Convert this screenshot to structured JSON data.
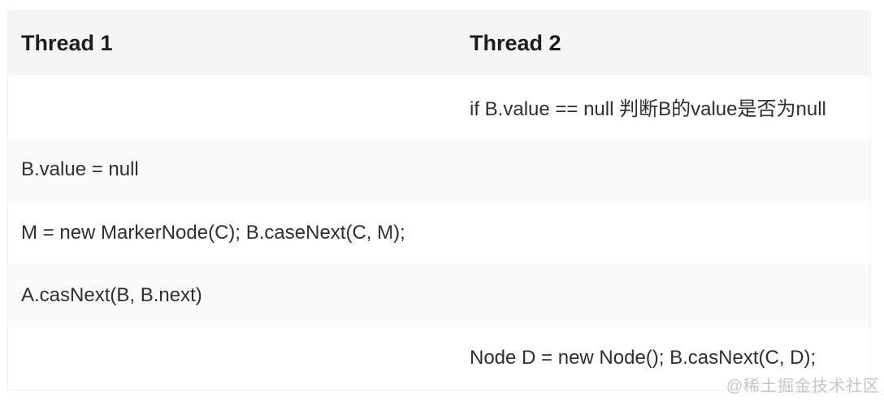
{
  "table": {
    "columns": [
      {
        "label": "Thread 1"
      },
      {
        "label": "Thread 2"
      }
    ],
    "rows": [
      {
        "thread1": "",
        "thread2": "if B.value == null 判断B的value是否为null"
      },
      {
        "thread1": "B.value = null",
        "thread2": ""
      },
      {
        "thread1": "M = new MarkerNode(C); B.caseNext(C, M);",
        "thread2": ""
      },
      {
        "thread1": "A.casNext(B, B.next)",
        "thread2": ""
      },
      {
        "thread1": "",
        "thread2": "Node D = new Node(); B.casNext(C, D);"
      }
    ]
  },
  "watermark": "@稀土掘金技术社区",
  "colors": {
    "header_background": "#f5f5f6",
    "row_alt_background": "#fafafb",
    "row_background": "#ffffff",
    "header_text": "#1d1d1f",
    "body_text": "#2f2f32",
    "watermark_text": "#c6c6c9",
    "border": "#f0f0f2"
  }
}
